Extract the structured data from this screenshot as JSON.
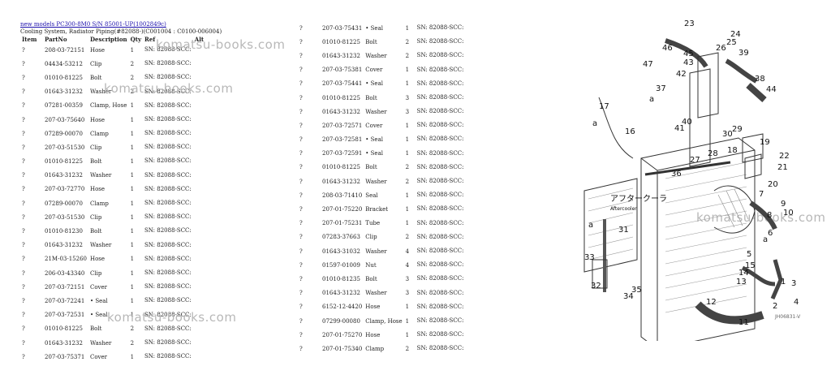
{
  "header": {
    "model_link": "new models PC300-8M0 S/N 85001-UP(1002849c)",
    "section_title": "Cooling System, Radiator Piping(#82088-)(C001004 : C0100-006004)"
  },
  "columns": [
    "Item",
    "PartNo",
    "Description",
    "Qty",
    "Ref",
    "Alt"
  ],
  "parts_left": [
    [
      "?",
      "208-03-72151",
      "Hose",
      "1",
      "SN: 82088-SCC:",
      ""
    ],
    [
      "?",
      "04434-53212",
      "Clip",
      "2",
      "SN: 82088-SCC:",
      ""
    ],
    [
      "?",
      "01010-81225",
      "Bolt",
      "2",
      "SN: 82088-SCC:",
      ""
    ],
    [
      "?",
      "01643-31232",
      "Washer",
      "2",
      "SN: 82088-SCC:",
      ""
    ],
    [
      "?",
      "07281-00359",
      "Clamp, Hose",
      "1",
      "SN: 82088-SCC:",
      ""
    ],
    [
      "?",
      "207-03-75640",
      "Hose",
      "1",
      "SN: 82088-SCC:",
      ""
    ],
    [
      "?",
      "07289-00070",
      "Clamp",
      "1",
      "SN: 82088-SCC:",
      ""
    ],
    [
      "?",
      "207-03-51530",
      "Clip",
      "1",
      "SN: 82088-SCC:",
      ""
    ],
    [
      "?",
      "01010-81225",
      "Bolt",
      "1",
      "SN: 82088-SCC:",
      ""
    ],
    [
      "?",
      "01643-31232",
      "Washer",
      "1",
      "SN: 82088-SCC:",
      ""
    ],
    [
      "?",
      "207-03-72770",
      "Hose",
      "1",
      "SN: 82088-SCC:",
      ""
    ],
    [
      "?",
      "07289-00070",
      "Clamp",
      "1",
      "SN: 82088-SCC:",
      ""
    ],
    [
      "?",
      "207-03-51530",
      "Clip",
      "1",
      "SN: 82088-SCC:",
      ""
    ],
    [
      "?",
      "01010-81230",
      "Bolt",
      "1",
      "SN: 82088-SCC:",
      ""
    ],
    [
      "?",
      "01643-31232",
      "Washer",
      "1",
      "SN: 82088-SCC:",
      ""
    ],
    [
      "?",
      "21M-03-15260",
      "Hose",
      "1",
      "SN: 82088-SCC:",
      ""
    ],
    [
      "?",
      "206-03-43340",
      "Clip",
      "1",
      "SN: 82088-SCC:",
      ""
    ],
    [
      "?",
      "207-03-72151",
      "Cover",
      "1",
      "SN: 82088-SCC:",
      ""
    ],
    [
      "?",
      "207-03-72241",
      "• Seal",
      "1",
      "SN: 82088-SCC:",
      ""
    ],
    [
      "?",
      "207-03-72531",
      "• Seal",
      "1",
      "SN: 82088-SCC:",
      ""
    ],
    [
      "?",
      "01010-81225",
      "Bolt",
      "2",
      "SN: 82088-SCC:",
      ""
    ],
    [
      "?",
      "01643-31232",
      "Washer",
      "2",
      "SN: 82088-SCC:",
      ""
    ],
    [
      "?",
      "207-03-75371",
      "Cover",
      "1",
      "SN: 82088-SCC:",
      ""
    ]
  ],
  "parts_right": [
    [
      "?",
      "207-03-75431",
      "• Seal",
      "1",
      "SN: 82088-SCC:",
      ""
    ],
    [
      "?",
      "01010-81225",
      "Bolt",
      "2",
      "SN: 82088-SCC:",
      ""
    ],
    [
      "?",
      "01643-31232",
      "Washer",
      "2",
      "SN: 82088-SCC:",
      ""
    ],
    [
      "?",
      "207-03-75381",
      "Cover",
      "1",
      "SN: 82088-SCC:",
      ""
    ],
    [
      "?",
      "207-03-75441",
      "• Seal",
      "1",
      "SN: 82088-SCC:",
      ""
    ],
    [
      "?",
      "01010-81225",
      "Bolt",
      "3",
      "SN: 82088-SCC:",
      ""
    ],
    [
      "?",
      "01643-31232",
      "Washer",
      "3",
      "SN: 82088-SCC:",
      ""
    ],
    [
      "?",
      "207-03-72571",
      "Cover",
      "1",
      "SN: 82088-SCC:",
      ""
    ],
    [
      "?",
      "207-03-72581",
      "• Seal",
      "1",
      "SN: 82088-SCC:",
      ""
    ],
    [
      "?",
      "207-03-72591",
      "• Seal",
      "1",
      "SN: 82088-SCC:",
      ""
    ],
    [
      "?",
      "01010-81225",
      "Bolt",
      "2",
      "SN: 82088-SCC:",
      ""
    ],
    [
      "?",
      "01643-31232",
      "Washer",
      "2",
      "SN: 82088-SCC:",
      ""
    ],
    [
      "?",
      "208-03-71410",
      "Seal",
      "1",
      "SN: 82088-SCC:",
      ""
    ],
    [
      "?",
      "207-01-75220",
      "Bracket",
      "1",
      "SN: 82088-SCC:",
      ""
    ],
    [
      "?",
      "207-01-75231",
      "Tube",
      "1",
      "SN: 82088-SCC:",
      ""
    ],
    [
      "?",
      "07283-37663",
      "Clip",
      "2",
      "SN: 82088-SCC:",
      ""
    ],
    [
      "?",
      "01643-31032",
      "Washer",
      "4",
      "SN: 82088-SCC:",
      ""
    ],
    [
      "?",
      "01597-01009",
      "Nut",
      "4",
      "SN: 82088-SCC:",
      ""
    ],
    [
      "?",
      "01010-81235",
      "Bolt",
      "3",
      "SN: 82088-SCC:",
      ""
    ],
    [
      "?",
      "01643-31232",
      "Washer",
      "3",
      "SN: 82088-SCC:",
      ""
    ],
    [
      "?",
      "6152-12-4420",
      "Hose",
      "1",
      "SN: 82088-SCC:",
      ""
    ],
    [
      "?",
      "07299-00080",
      "Clamp, Hose",
      "1",
      "SN: 82088-SCC:",
      ""
    ],
    [
      "?",
      "207-01-75270",
      "Hose",
      "1",
      "SN: 82088-SCC:",
      ""
    ],
    [
      "?",
      "207-01-75340",
      "Clamp",
      "2",
      "SN: 82088-SCC:",
      ""
    ]
  ],
  "watermark": "komatsu-books.com",
  "diagram": {
    "callouts": [
      "1",
      "2",
      "3",
      "4",
      "5",
      "6",
      "7",
      "8",
      "9",
      "10",
      "11",
      "12",
      "13",
      "14",
      "15",
      "16",
      "17",
      "18",
      "19",
      "20",
      "21",
      "22",
      "23",
      "24",
      "25",
      "26",
      "27",
      "28",
      "29",
      "30",
      "31",
      "32",
      "33",
      "34",
      "35",
      "36",
      "37",
      "38",
      "39",
      "40",
      "41",
      "42",
      "43",
      "44",
      "45",
      "46",
      "47"
    ],
    "letters": [
      "a",
      "a",
      "a",
      "a"
    ],
    "aftercooler_label": "アフタークーラ",
    "aftercooler_sub": "Aftercooler",
    "caption": "JH06831-V"
  }
}
